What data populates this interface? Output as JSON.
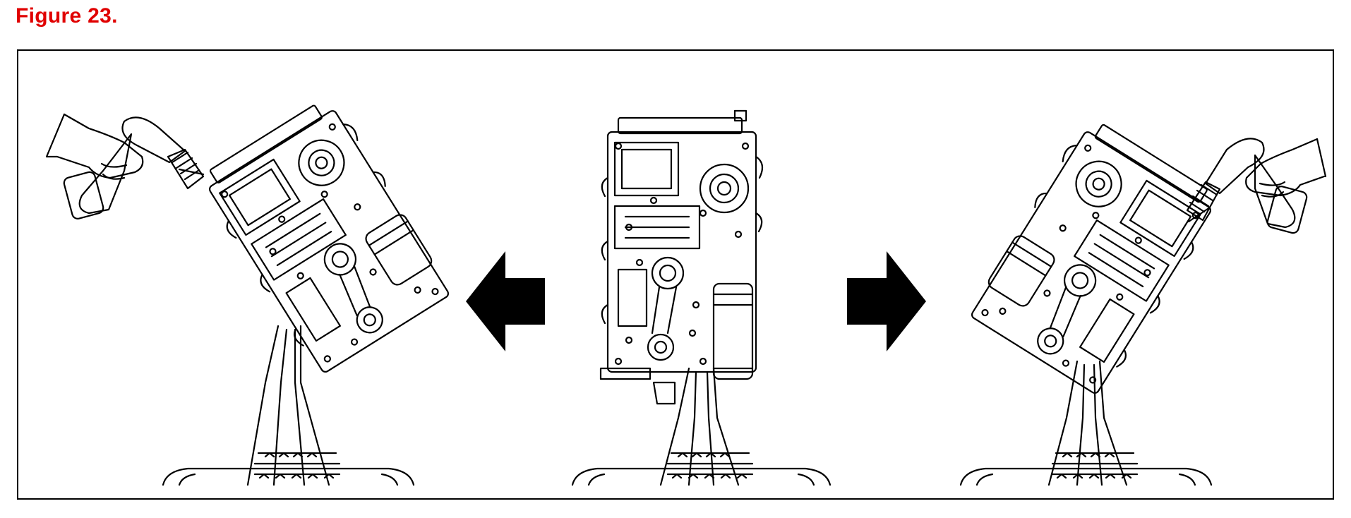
{
  "figure": {
    "title": "Figure 23."
  },
  "illustration": {
    "panels": [
      {
        "id": "left",
        "tool": "power-drill",
        "tilt": "left"
      },
      {
        "id": "center",
        "tool": "none",
        "tilt": "upright"
      },
      {
        "id": "right",
        "tool": "power-drill",
        "tilt": "right"
      }
    ],
    "arrows": [
      {
        "id": "arrow-left",
        "direction": "left"
      },
      {
        "id": "arrow-right",
        "direction": "right"
      }
    ],
    "colors": {
      "title": "#e00000",
      "line": "#000000",
      "background": "#ffffff"
    }
  }
}
